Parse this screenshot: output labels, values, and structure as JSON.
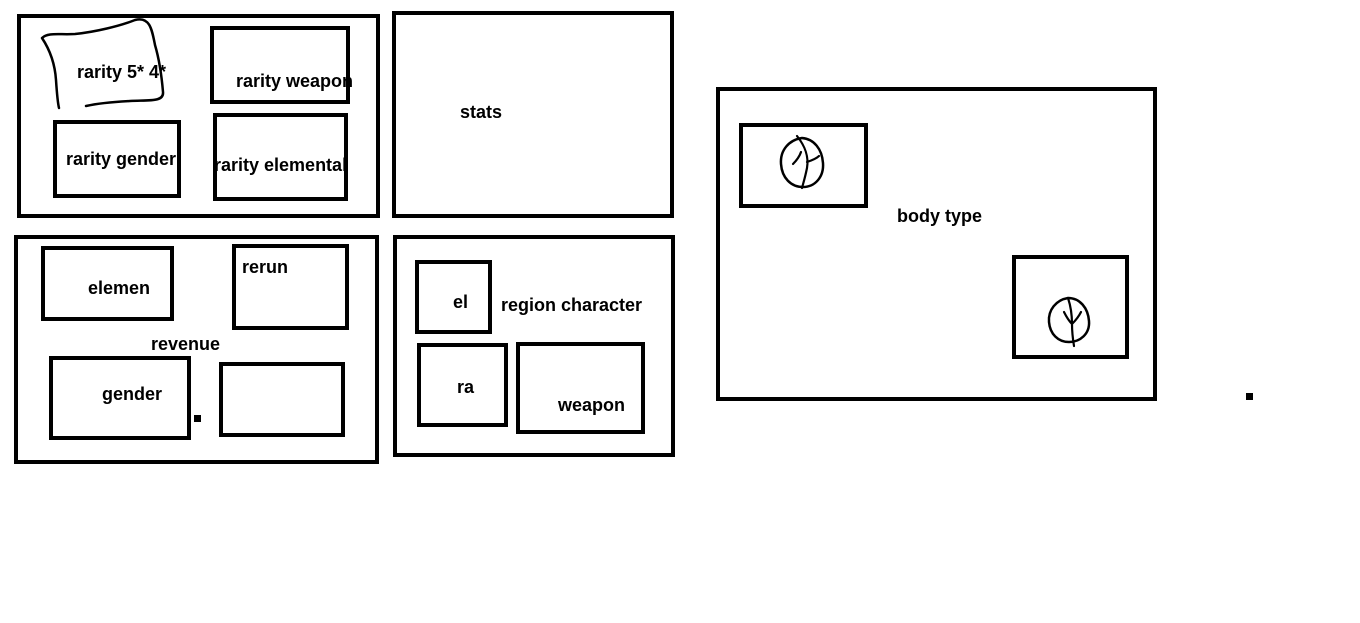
{
  "panel_rarity": {
    "label_star": "rarity 5* 4*",
    "label_weapon": "rarity weapon",
    "label_gender": "rarity gender",
    "label_elemental": "rarity elemental"
  },
  "panel_stats": {
    "label": "stats"
  },
  "panel_revenue": {
    "label": "revenue",
    "label_elemen": "elemen",
    "label_rerun": "rerun",
    "label_gender": "gender"
  },
  "panel_region": {
    "label": "region character",
    "label_el": "el",
    "label_ra": "ra",
    "label_weapon": "weapon"
  },
  "panel_body_type": {
    "label": "body type"
  }
}
